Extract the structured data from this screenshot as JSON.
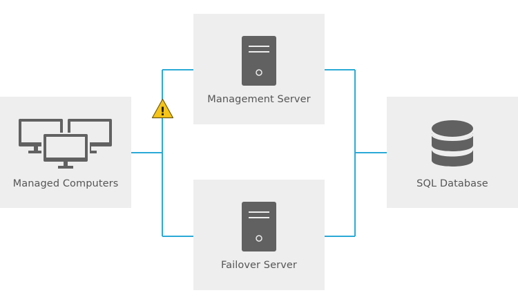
{
  "nodes": {
    "managed_computers": {
      "label": "Managed Computers",
      "icon": "monitors-icon"
    },
    "management_server": {
      "label": "Management Server",
      "icon": "server-icon"
    },
    "failover_server": {
      "label": "Failover Server",
      "icon": "server-icon"
    },
    "sql_database": {
      "label": "SQL Database",
      "icon": "database-icon"
    }
  },
  "warning": {
    "icon": "warning-icon",
    "symbol": "!"
  },
  "colors": {
    "connector": "#29a9d6",
    "box_bg": "#eeeeee",
    "icon": "#616161",
    "warning": "#f5c518"
  }
}
